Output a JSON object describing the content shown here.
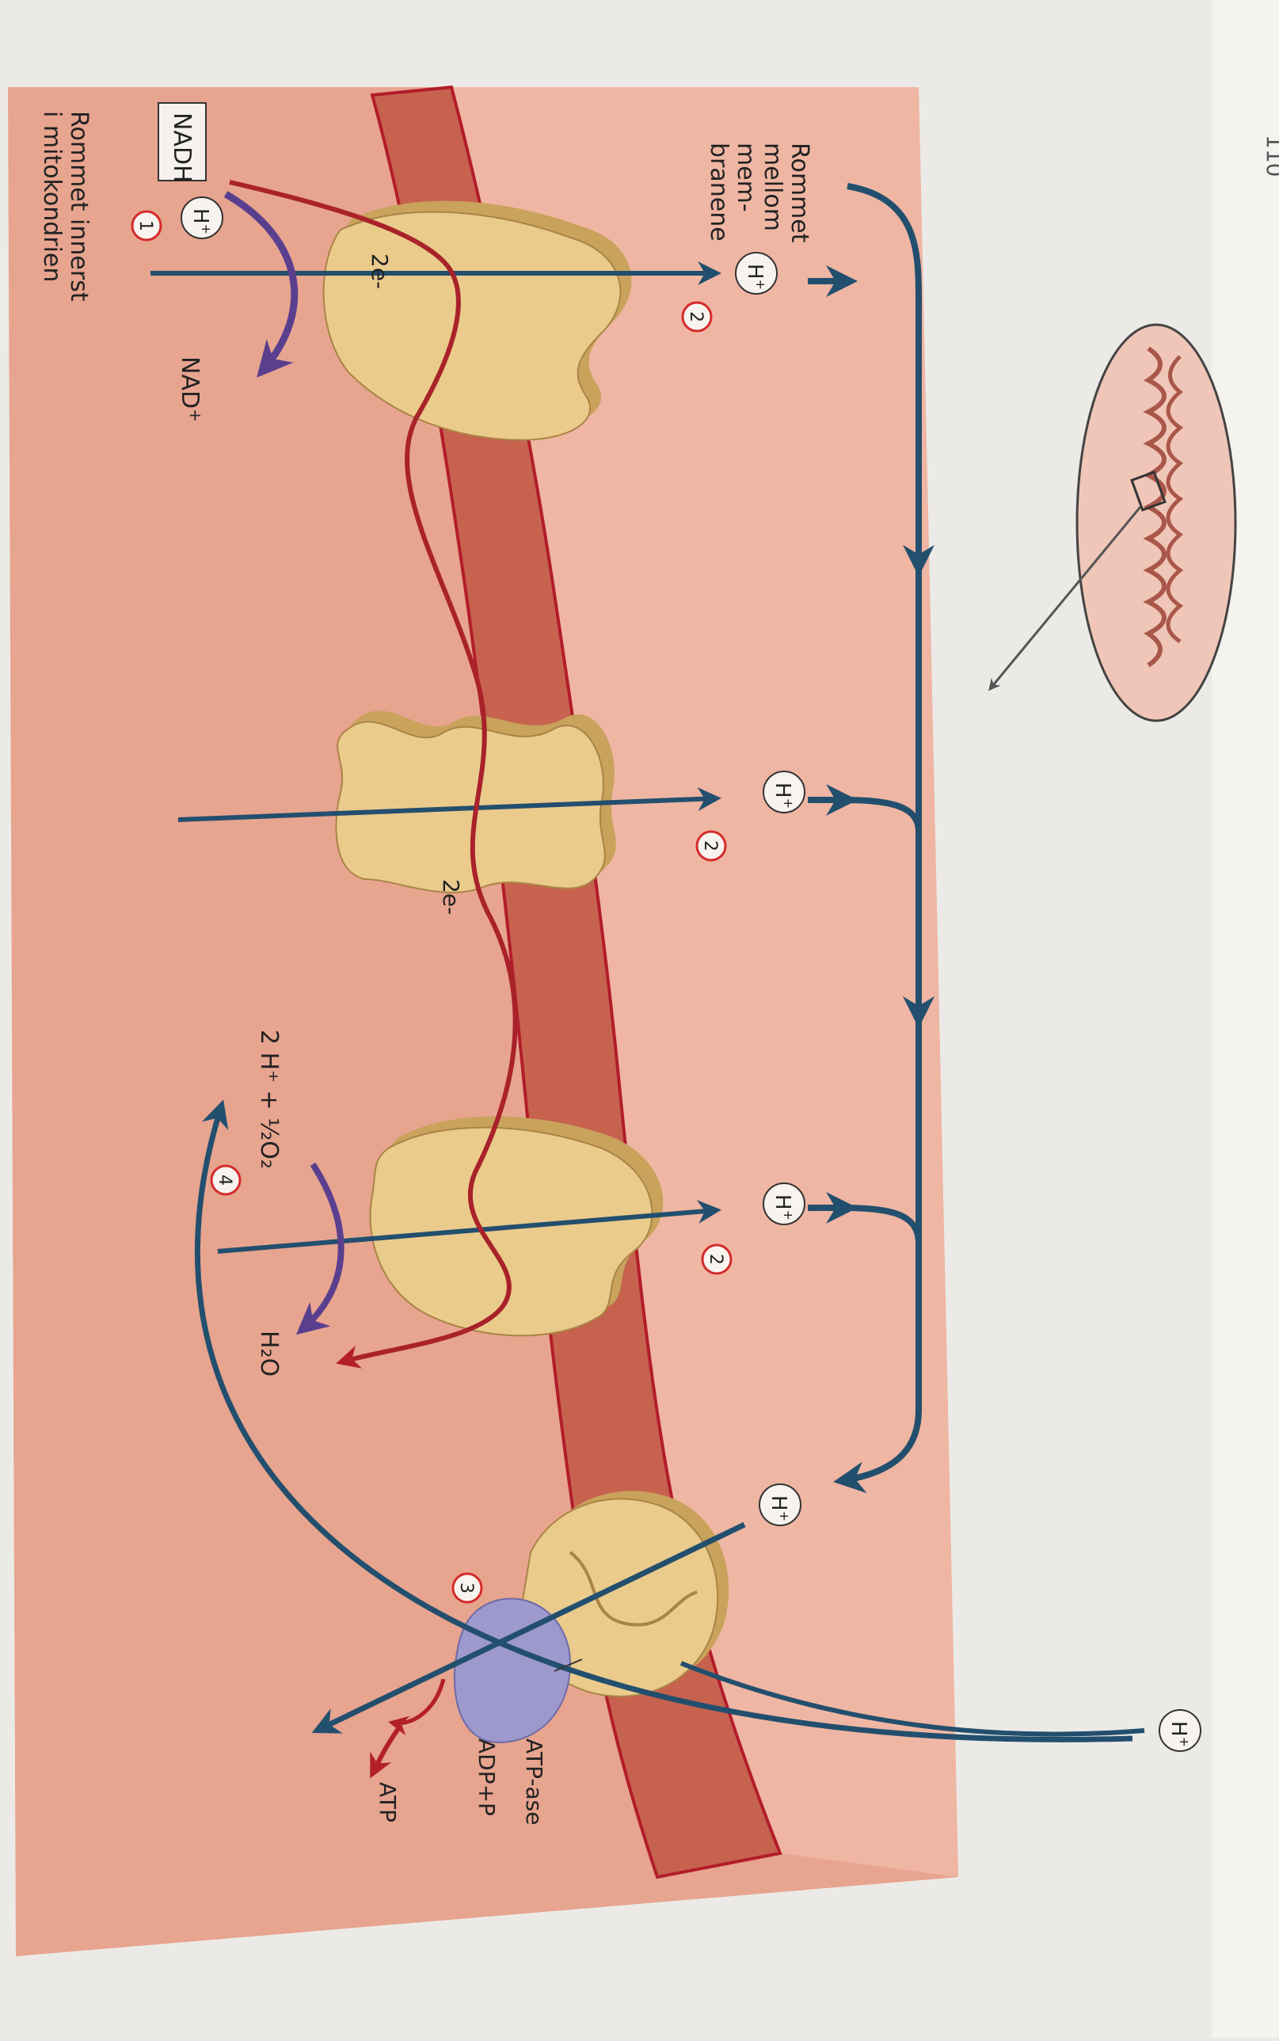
{
  "page": {
    "number": "110",
    "colors": {
      "paper": "#eceae6",
      "intermembrane": "#efb8a4",
      "membrane": "#c7624f",
      "membrane_edge": "#b21d2a",
      "matrix": "#e4a08d",
      "protein": "#eacb8c",
      "protein_shadow": "#c9a25b",
      "atp_head": "#9d99cc",
      "proton_arrow": "#234f6e",
      "electron_path": "#a9222a",
      "nadh_arrow": "#5b3f8f",
      "step_circle": "#d42a2a"
    }
  },
  "diagram": {
    "regions": {
      "intermembrane_space": "Rommet mellom mem- branene",
      "matrix": "Rommet innerst i mitokondrien"
    },
    "molecules": {
      "nadh": "NADH",
      "nad_plus": "NAD",
      "nad_sup": "+",
      "h": "H",
      "h_sup": "+",
      "electrons": "2e-",
      "oxygen_reaction": "2 H⁺ + ½O₂",
      "water": "H₂O",
      "adp_p": "ADP+P",
      "atp": "ATP"
    },
    "enzyme_label": "ATP-ase",
    "steps": [
      "1",
      "2",
      "3",
      "4"
    ]
  }
}
